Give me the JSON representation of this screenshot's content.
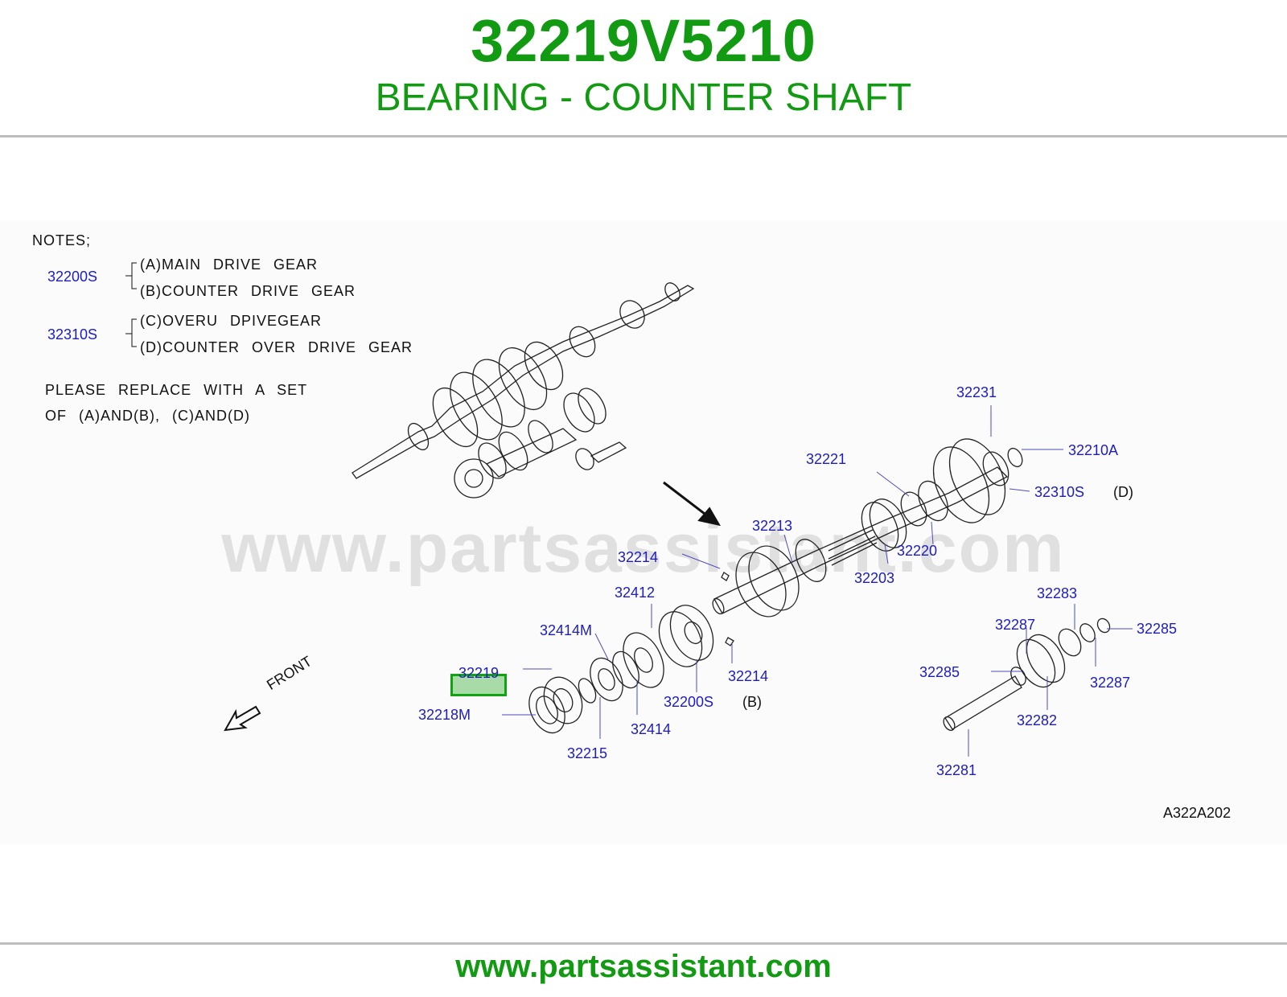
{
  "header": {
    "part_number": "32219V5210",
    "part_name": "BEARING - COUNTER SHAFT"
  },
  "footer": {
    "url": "www.partsassistant.com"
  },
  "watermark": "www.partsassistant.com",
  "notes": {
    "title": "NOTES;",
    "groups": [
      {
        "code": "32200S",
        "items": [
          "(A)MAIN DRIVE GEAR",
          "(B)COUNTER DRIVE GEAR"
        ]
      },
      {
        "code": "32310S",
        "items": [
          "(C)OVERU DPIVEGEAR",
          "(D)COUNTER OVER DRIVE GEAR"
        ]
      }
    ],
    "instruction_line1": "PLEASE REPLACE WITH A SET",
    "instruction_line2": "OF (A)AND(B), (C)AND(D)"
  },
  "callouts": {
    "c32231": "32231",
    "c32210A": "32210A",
    "c32221": "32221",
    "c32310S": "32310S",
    "d_marker": "(D)",
    "c32213": "32213",
    "c32220": "32220",
    "c32214_top": "32214",
    "c32203": "32203",
    "c32412": "32412",
    "c32283": "32283",
    "c32414M": "32414M",
    "c32287_top": "32287",
    "c32285_right": "32285",
    "c32219": "32219",
    "c32214_bottom": "32214",
    "c32285_left": "32285",
    "c32287_right": "32287",
    "c32200S": "32200S",
    "b_marker": "(B)",
    "c32218M": "32218M",
    "c32414": "32414",
    "c32282": "32282",
    "c32215": "32215",
    "c32281": "32281"
  },
  "front_label": "FRONT",
  "diagram_code": "A322A202",
  "highlighted_part": "32219",
  "colors": {
    "brand_green": "#139a13",
    "callout_blue": "#1d1dbd",
    "highlight_fill": "#a9dba9"
  }
}
